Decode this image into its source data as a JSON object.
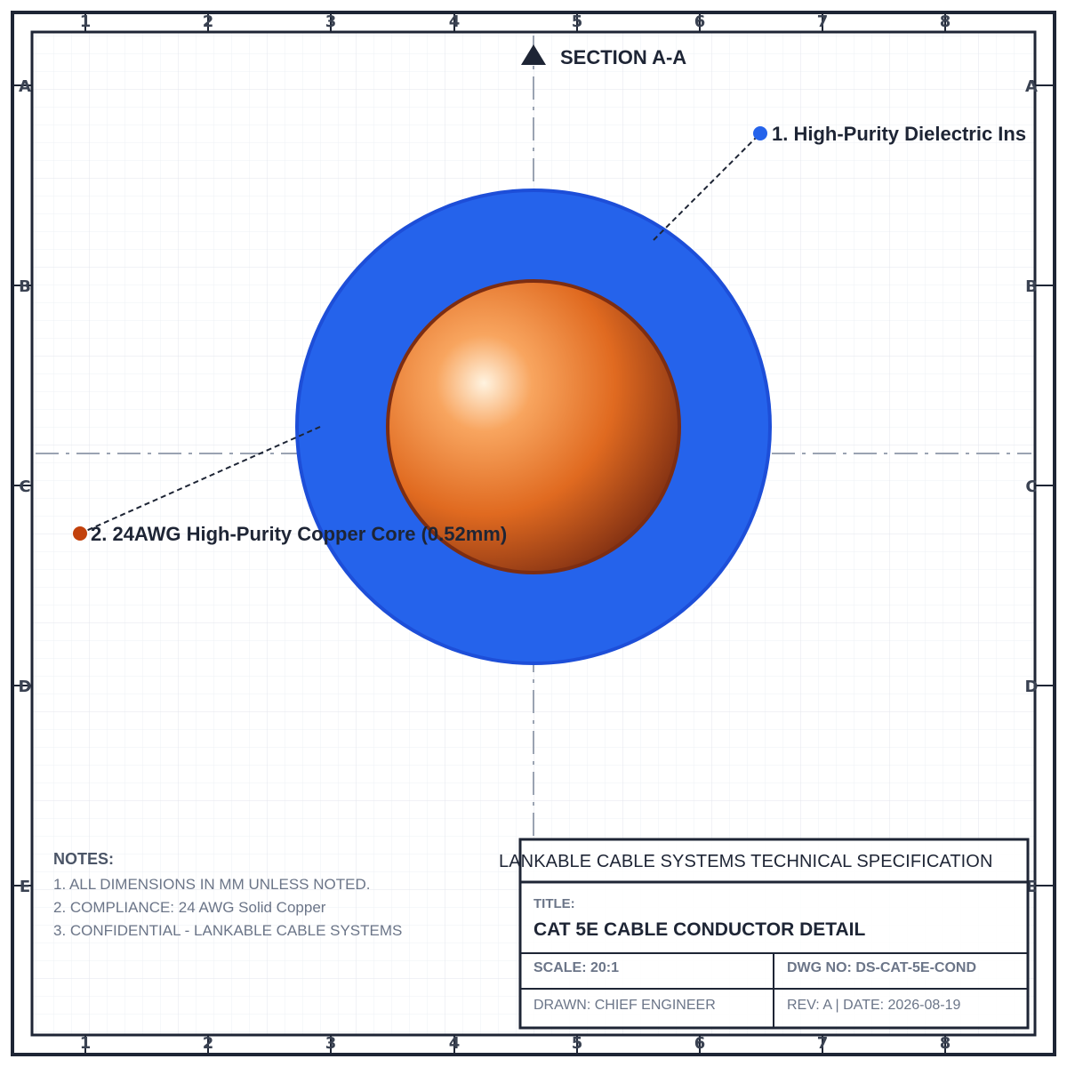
{
  "drawing": {
    "section_label": "SECTION A-A",
    "grid_columns": [
      "1",
      "2",
      "3",
      "4",
      "5",
      "6",
      "7",
      "8"
    ],
    "grid_rows": [
      "A",
      "B",
      "C",
      "D",
      "E"
    ]
  },
  "callouts": [
    {
      "label": "1. High-Purity Dielectric Ins",
      "color": "#2563eb"
    },
    {
      "label": "2. 24AWG High-Purity Copper Core (0.52mm)",
      "color": "#c2410c"
    }
  ],
  "colors": {
    "insulation": "#2563eb",
    "insulation_edge": "#1d4ed8",
    "copper_light": "#fff3e0",
    "copper_mid": "#f08a3c",
    "copper_dark": "#7c2d12",
    "line": "#1e2535",
    "grid": "#e8ebf0"
  },
  "notes": {
    "title": "NOTES:",
    "items": [
      "1. ALL DIMENSIONS IN MM UNLESS NOTED.",
      "2. COMPLIANCE: 24 AWG Solid Copper",
      "3. CONFIDENTIAL - LANKABLE CABLE SYSTEMS"
    ]
  },
  "title_block": {
    "company": "LANKABLE CABLE SYSTEMS TECHNICAL SPECIFICATION",
    "title_label": "TITLE:",
    "title_value": "CAT 5E CABLE CONDUCTOR DETAIL",
    "scale": "SCALE: 20:1",
    "dwg_no": "DWG NO: DS-CAT-5E-COND",
    "drawn": "DRAWN: CHIEF ENGINEER",
    "rev_date": "REV: A | DATE: 2026-08-19"
  }
}
